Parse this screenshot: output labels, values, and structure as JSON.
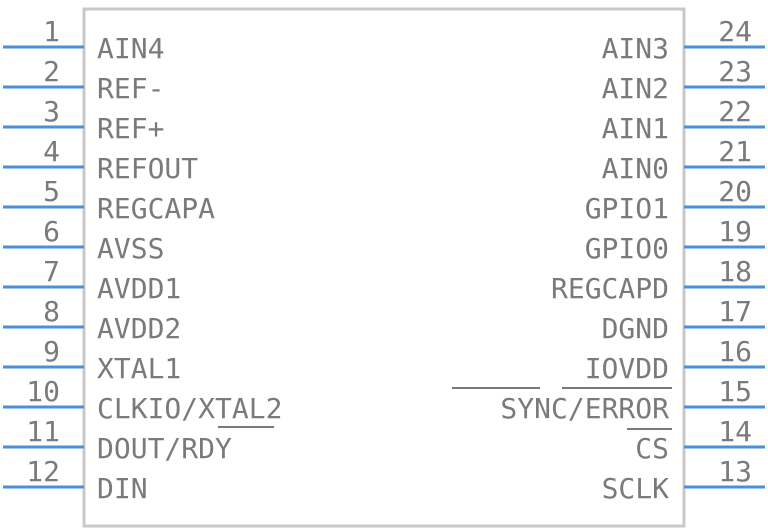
{
  "left_pins": [
    {
      "num": "1",
      "name": "AIN4"
    },
    {
      "num": "2",
      "name": "REF-"
    },
    {
      "num": "3",
      "name": "REF+"
    },
    {
      "num": "4",
      "name": "REFOUT"
    },
    {
      "num": "5",
      "name": "REGCAPA"
    },
    {
      "num": "6",
      "name": "AVSS"
    },
    {
      "num": "7",
      "name": "AVDD1"
    },
    {
      "num": "8",
      "name": "AVDD2"
    },
    {
      "num": "9",
      "name": "XTAL1"
    },
    {
      "num": "10",
      "name": "CLKIO/XTAL2"
    },
    {
      "num": "11",
      "name": "DOUT/RDY"
    },
    {
      "num": "12",
      "name": "DIN"
    }
  ],
  "right_pins": [
    {
      "num": "24",
      "name": "AIN3"
    },
    {
      "num": "23",
      "name": "AIN2"
    },
    {
      "num": "22",
      "name": "AIN1"
    },
    {
      "num": "21",
      "name": "AIN0"
    },
    {
      "num": "20",
      "name": "GPIO1"
    },
    {
      "num": "19",
      "name": "GPIO0"
    },
    {
      "num": "18",
      "name": "REGCAPD"
    },
    {
      "num": "17",
      "name": "DGND"
    },
    {
      "num": "16",
      "name": "IOVDD"
    },
    {
      "num": "15",
      "name": "SYNC/ERROR"
    },
    {
      "num": "14",
      "name": "CS"
    },
    {
      "num": "13",
      "name": "SCLK"
    }
  ]
}
